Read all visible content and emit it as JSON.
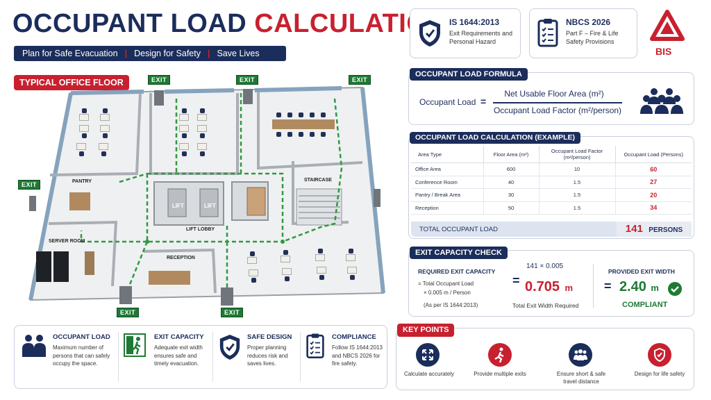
{
  "title": {
    "part1": "OCCUPANT LOAD",
    "part2": "CALCULATION"
  },
  "tagline": [
    "Plan for Safe Evacuation",
    "Design for Safety",
    "Save Lives"
  ],
  "standards": [
    {
      "code": "IS 1644:2013",
      "desc": "Exit Requirements and Personal Hazard"
    },
    {
      "code": "NBCS 2026",
      "desc": "Part F – Fire & Life Safety Provisions"
    }
  ],
  "logo_text": "BIS",
  "floor": {
    "title": "TYPICAL OFFICE FLOOR",
    "exit_label": "EXIT",
    "rooms": {
      "pantry": "PANTRY",
      "server": "SERVER ROOM",
      "staircase": "STAIRCASE",
      "lift_lobby": "LIFT LOBBY",
      "reception": "RECEPTION",
      "lift": "LIFT"
    }
  },
  "formula": {
    "header": "OCCUPANT LOAD FORMULA",
    "lhs": "Occupant Load",
    "eq": "=",
    "numerator": "Net Usable Floor Area (m²)",
    "denominator": "Occupant Load Factor (m²/person)"
  },
  "calc": {
    "header": "OCCUPANT LOAD CALCULATION (EXAMPLE)",
    "columns": [
      "Area Type",
      "Floor Area (m²)",
      "Occupant Load Factor (m²/person)",
      "Occupant Load (Persons)"
    ],
    "rows": [
      [
        "Office Area",
        "600",
        "10",
        "60"
      ],
      [
        "Conference Room",
        "40",
        "1.5",
        "27"
      ],
      [
        "Pantry / Break Area",
        "30",
        "1.5",
        "20"
      ],
      [
        "Reception",
        "50",
        "1.5",
        "34"
      ]
    ],
    "total_label": "TOTAL OCCUPANT LOAD",
    "total_value": "141",
    "total_unit": "PERSONS"
  },
  "exit_check": {
    "header": "EXIT CAPACITY CHECK",
    "req_title": "REQUIRED EXIT CAPACITY",
    "req_line1": "= Total Occupant Load",
    "req_line2": "× 0.005 m / Person",
    "req_line3": "(As per IS 1644:2013)",
    "eq1": "=",
    "expr": "141 × 0.005",
    "result": "0.705",
    "result_unit": "m",
    "result_caption": "Total Exit Width Required",
    "prov_title": "PROVIDED EXIT WIDTH",
    "eq2": "=",
    "prov_value": "2.40",
    "prov_unit": "m",
    "status": "COMPLIANT"
  },
  "bottom_items": [
    {
      "icon": "people-icon",
      "title": "OCCUPANT LOAD",
      "text": "Maximum number of persons that can safely occupy the space."
    },
    {
      "icon": "exit-runner-icon",
      "title": "EXIT CAPACITY",
      "text": "Adequate exit width ensures safe and timely evacuation."
    },
    {
      "icon": "shield-icon",
      "title": "SAFE DESIGN",
      "text": "Proper planning reduces risk and saves lives."
    },
    {
      "icon": "clipboard-icon",
      "title": "COMPLIANCE",
      "text": "Follow IS 1644:2013 and NBCS 2026 for fire safety."
    }
  ],
  "key_points": {
    "header": "KEY POINTS",
    "items": [
      {
        "icon": "arrows-icon",
        "label": "Calculate accurately"
      },
      {
        "icon": "runner-icon",
        "label": "Provide multiple exits"
      },
      {
        "icon": "group-icon",
        "label": "Ensure short & safe travel distance"
      },
      {
        "icon": "shield-check-icon",
        "label": "Design for life safety"
      }
    ]
  },
  "colors": {
    "navy": "#1b2d5b",
    "red": "#c8202f",
    "green": "#1e7a34"
  }
}
